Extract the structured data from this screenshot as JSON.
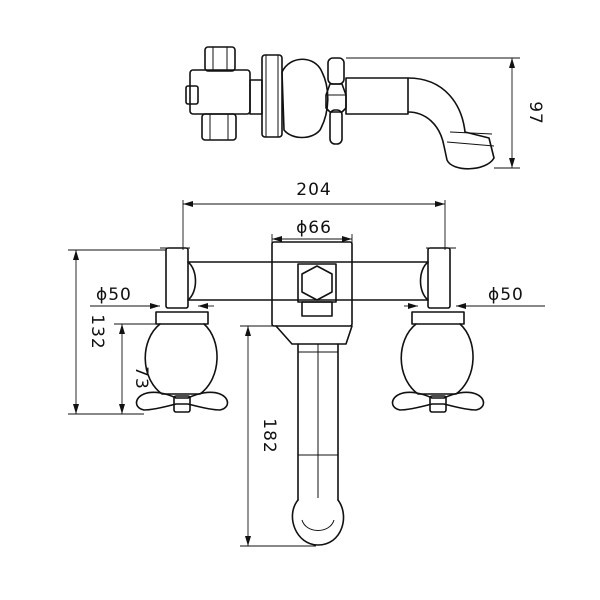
{
  "dimensions": {
    "overall_depth": "97",
    "centre_spacing": "204",
    "spout_plate_diameter": "ϕ66",
    "left_handle_diameter": "ϕ50",
    "right_handle_diameter": "ϕ50",
    "overall_height": "132",
    "handle_height": "73",
    "spout_height": "182"
  }
}
